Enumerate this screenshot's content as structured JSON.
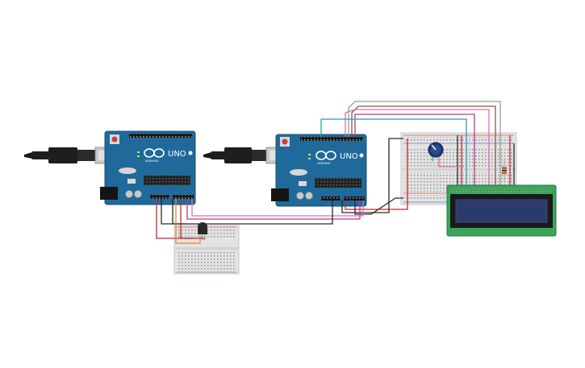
{
  "canvas": {
    "background": "#ffffff"
  },
  "boards": [
    {
      "id": "arduino-1",
      "model_label": "UNO",
      "brand_label": "ARDUINO",
      "color": "#1f6a9a"
    },
    {
      "id": "arduino-2",
      "model_label": "UNO",
      "brand_label": "ARDUINO",
      "color": "#1f6a9a"
    }
  ],
  "components": {
    "usb_cables": 2,
    "breadboards": [
      "mini",
      "half"
    ],
    "potentiometer": "potentiometer",
    "sensor": "temperature-sensor",
    "resistor": "resistor",
    "lcd": {
      "type": "16x2",
      "pcb_color": "#3aa55a",
      "screen_color": "#2a3a6a"
    }
  },
  "wire_colors": {
    "red": "#c0282e",
    "black": "#2a2a2a",
    "magenta": "#b83a8a",
    "cyan": "#2a9ab8",
    "orange": "#e08a2a",
    "gray": "#9a9a9a",
    "brown": "#8a5a3a",
    "pink": "#d870b0"
  }
}
